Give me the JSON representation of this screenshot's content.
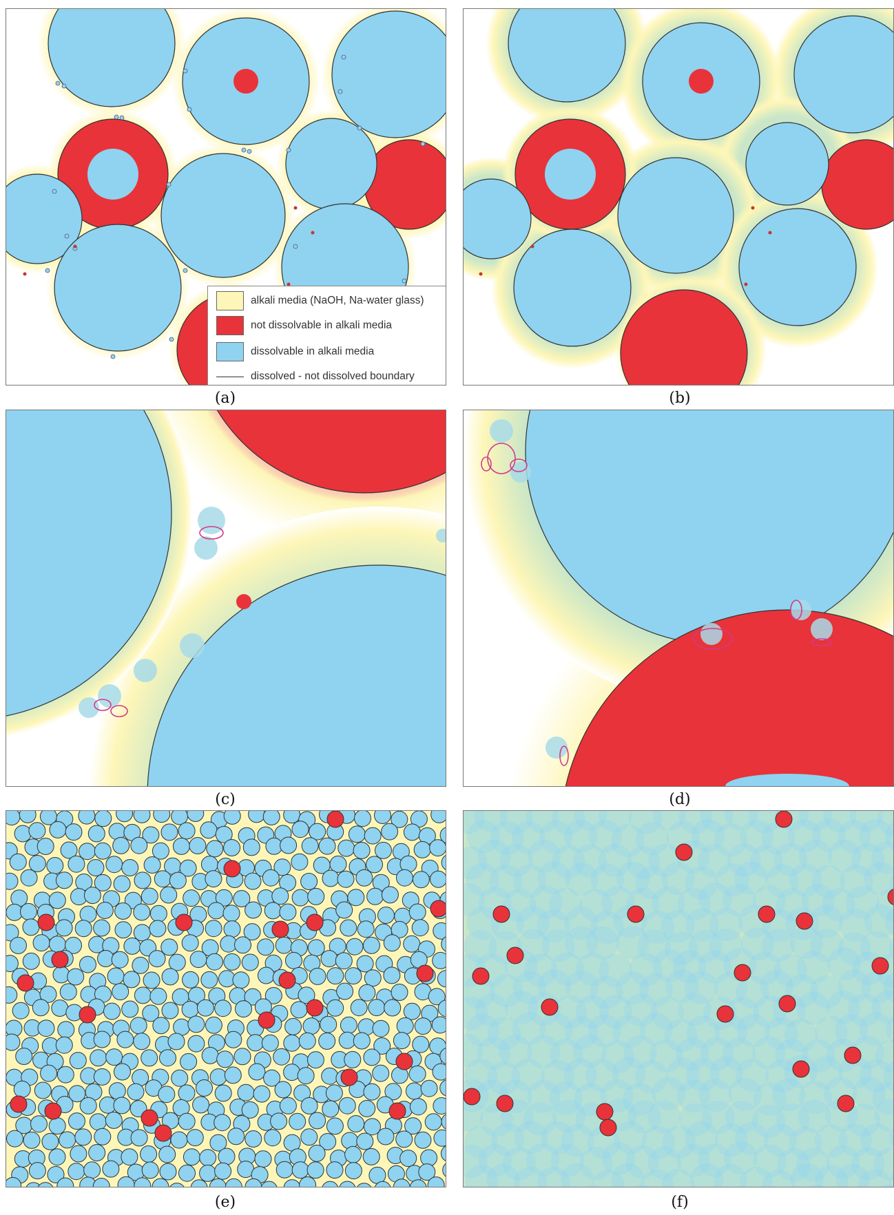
{
  "colors": {
    "alkali_media": "#fdf6b8",
    "not_dissolvable": "#e8333a",
    "dissolvable": "#8fd3f0",
    "boundary_line": "#333333",
    "reaction_shell": "#c9e6c8",
    "gel_ellipse": "#d23a8a"
  },
  "legend": {
    "items": [
      {
        "key": "alkali",
        "label": "alkali media (NaOH, Na-water glass)"
      },
      {
        "key": "not_dissolvable",
        "label": "not dissolvable in alkali media"
      },
      {
        "key": "dissolvable",
        "label": "dissolvable in alkali media"
      },
      {
        "key": "boundary",
        "label": "dissolved - not dissolved boundary"
      }
    ]
  },
  "panels": [
    {
      "id": "a",
      "caption": "(a)"
    },
    {
      "id": "b",
      "caption": "(b)"
    },
    {
      "id": "c",
      "caption": "(c)"
    },
    {
      "id": "d",
      "caption": "(d)"
    },
    {
      "id": "e",
      "caption": "(e)"
    },
    {
      "id": "f",
      "caption": "(f)"
    }
  ]
}
